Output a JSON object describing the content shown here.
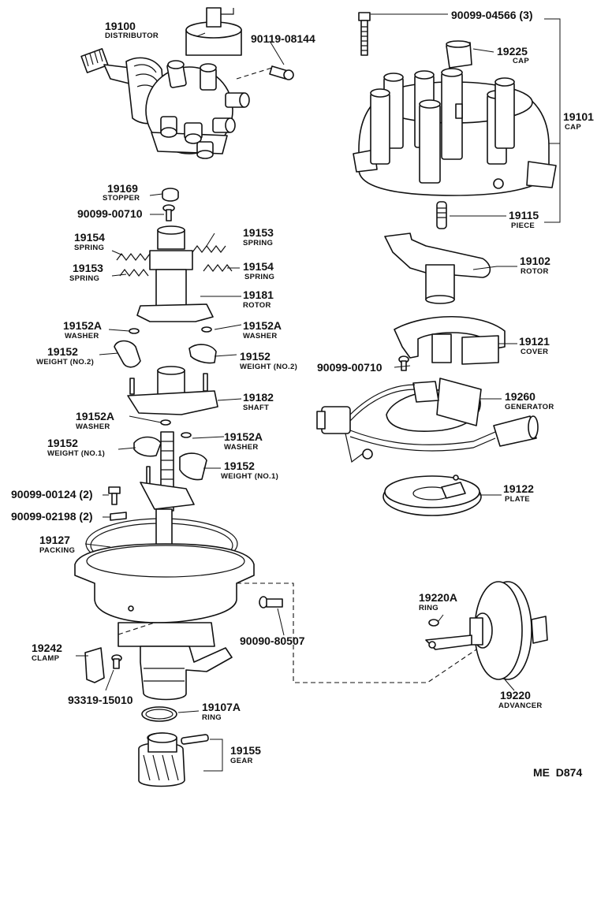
{
  "diagram": {
    "code": "ME  D874",
    "parts": [
      {
        "key": "distributor",
        "number": "19100",
        "name": "DISTRIBUTOR"
      },
      {
        "key": "screw_08144",
        "number": "90119-08144"
      },
      {
        "key": "bolt_04566",
        "number": "90099-04566 (3)"
      },
      {
        "key": "cap_small",
        "number": "19225",
        "name": "CAP"
      },
      {
        "key": "cap",
        "number": "19101",
        "name": "CAP"
      },
      {
        "key": "piece",
        "number": "19115",
        "name": "PIECE"
      },
      {
        "key": "stopper",
        "number": "19169",
        "name": "STOPPER"
      },
      {
        "key": "screw_00710a",
        "number": "90099-00710"
      },
      {
        "key": "spring_l1",
        "number": "19154",
        "name": "SPRING"
      },
      {
        "key": "spring_r1",
        "number": "19153",
        "name": "SPRING"
      },
      {
        "key": "spring_l2",
        "number": "19153",
        "name": "SPRING"
      },
      {
        "key": "spring_r2",
        "number": "19154",
        "name": "SPRING"
      },
      {
        "key": "rotor_19102",
        "number": "19102",
        "name": "ROTOR"
      },
      {
        "key": "rotor_19181",
        "number": "19181",
        "name": "ROTOR"
      },
      {
        "key": "washer_l1",
        "number": "19152A",
        "name": "WASHER"
      },
      {
        "key": "washer_r1",
        "number": "19152A",
        "name": "WASHER"
      },
      {
        "key": "cover",
        "number": "19121",
        "name": "COVER"
      },
      {
        "key": "weight_l2",
        "number": "19152",
        "name": "WEIGHT (NO.2)"
      },
      {
        "key": "weight_r2",
        "number": "19152",
        "name": "WEIGHT (NO.2)"
      },
      {
        "key": "screw_00710b",
        "number": "90099-00710"
      },
      {
        "key": "generator",
        "number": "19260",
        "name": "GENERATOR"
      },
      {
        "key": "shaft",
        "number": "19182",
        "name": "SHAFT"
      },
      {
        "key": "washer_l3",
        "number": "19152A",
        "name": "WASHER"
      },
      {
        "key": "weight_l1",
        "number": "19152",
        "name": "WEIGHT (NO.1)"
      },
      {
        "key": "washer_r3",
        "number": "19152A",
        "name": "WASHER"
      },
      {
        "key": "weight_r1",
        "number": "19152",
        "name": "WEIGHT (NO.1)"
      },
      {
        "key": "plate",
        "number": "19122",
        "name": "PLATE"
      },
      {
        "key": "screw_00124",
        "number": "90099-00124 (2)"
      },
      {
        "key": "washer_02198",
        "number": "90099-02198 (2)"
      },
      {
        "key": "packing",
        "number": "19127",
        "name": "PACKING"
      },
      {
        "key": "ring_19220a",
        "number": "19220A",
        "name": "RING"
      },
      {
        "key": "screw_80507",
        "number": "90090-80507"
      },
      {
        "key": "clamp",
        "number": "19242",
        "name": "CLAMP"
      },
      {
        "key": "advancer",
        "number": "19220",
        "name": "ADVANCER"
      },
      {
        "key": "bolt_15010",
        "number": "93319-15010"
      },
      {
        "key": "ring_19107a",
        "number": "19107A",
        "name": "RING"
      },
      {
        "key": "gear",
        "number": "19155",
        "name": "GEAR"
      }
    ]
  }
}
